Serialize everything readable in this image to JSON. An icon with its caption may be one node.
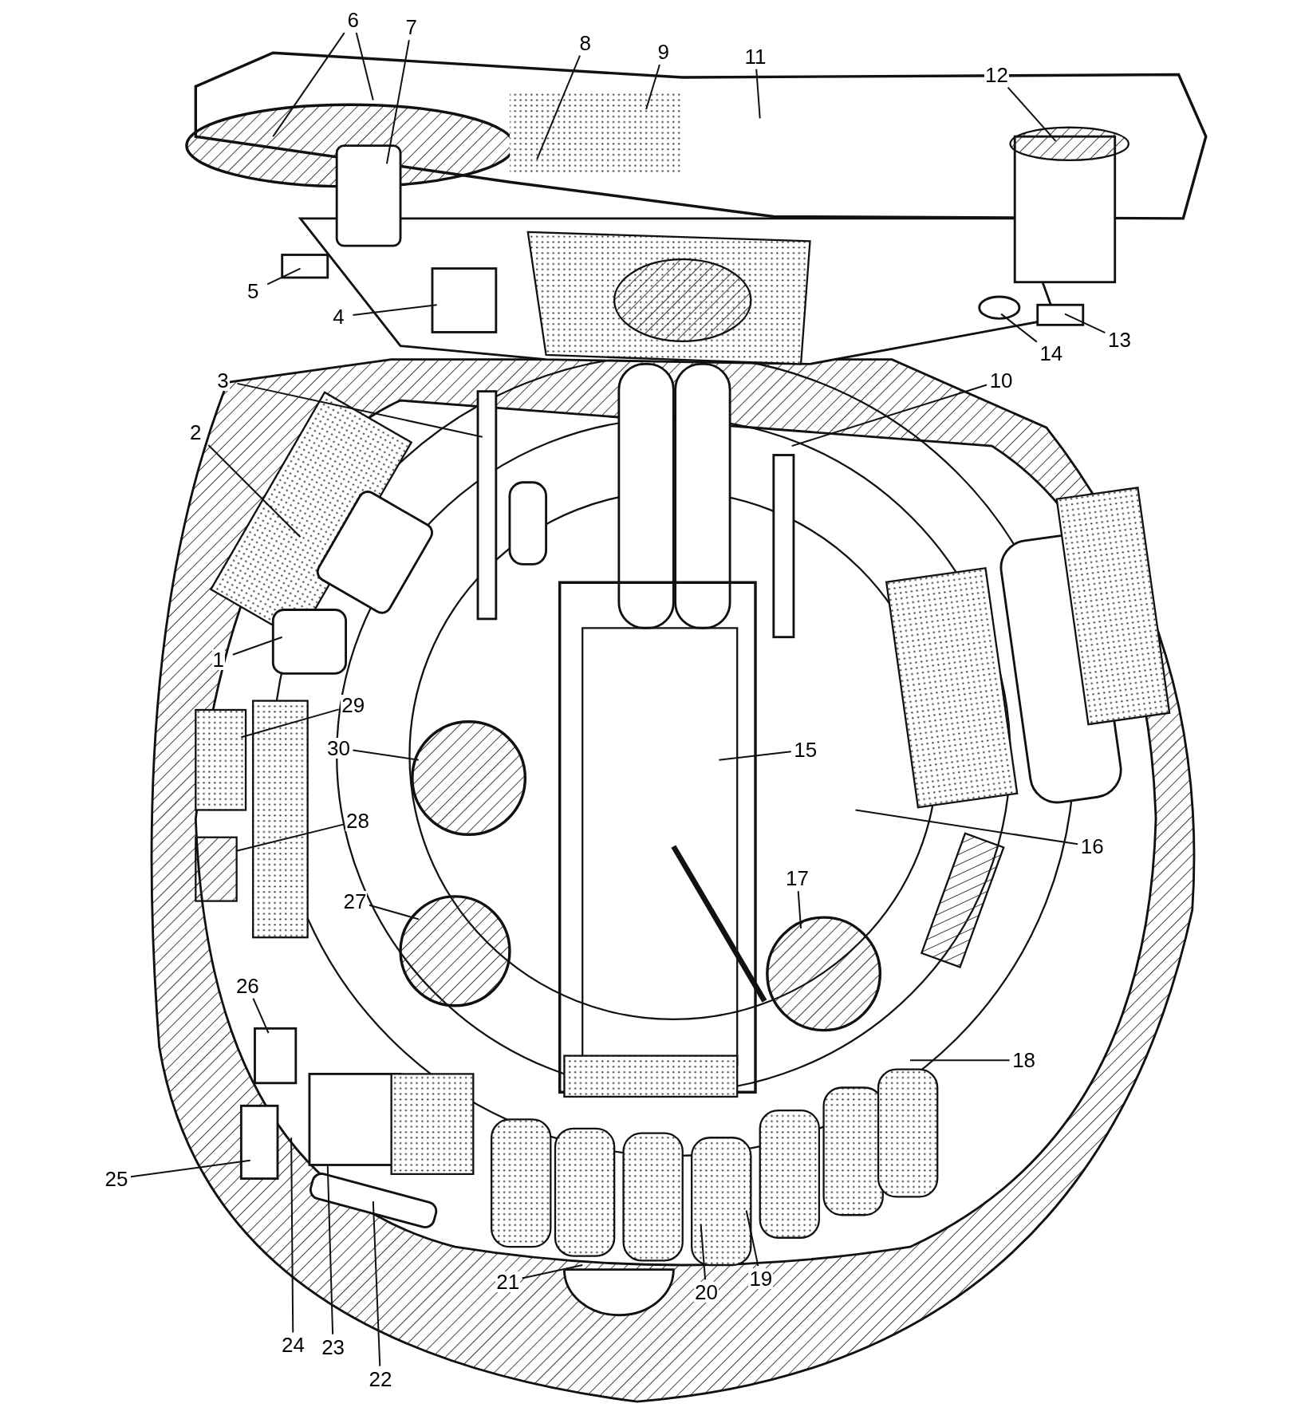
{
  "diagram": {
    "nodes": [
      {
        "text": [
          "1"
        ]
      },
      {
        "text": [
          "2"
        ]
      },
      {
        "text": [
          "3"
        ]
      },
      {
        "text": [
          "4"
        ]
      },
      {
        "text": [
          "5"
        ]
      },
      {
        "text": [
          "6"
        ]
      },
      {
        "text": [
          "7"
        ]
      },
      {
        "text": [
          "8"
        ]
      },
      {
        "text": [
          "9"
        ]
      },
      {
        "text": [
          "10"
        ]
      },
      {
        "text": [
          "11"
        ]
      },
      {
        "text": [
          "12"
        ]
      },
      {
        "text": [
          "13"
        ]
      },
      {
        "text": [
          "14"
        ]
      },
      {
        "text": [
          "15"
        ]
      },
      {
        "text": [
          "16"
        ]
      },
      {
        "text": [
          "17"
        ]
      },
      {
        "text": [
          "18"
        ]
      },
      {
        "text": [
          "19"
        ]
      },
      {
        "text": [
          "20"
        ]
      },
      {
        "text": [
          "21"
        ]
      },
      {
        "text": [
          "22"
        ]
      },
      {
        "text": [
          "23"
        ]
      },
      {
        "text": [
          "24"
        ]
      },
      {
        "text": [
          "25"
        ]
      },
      {
        "text": [
          "26"
        ]
      },
      {
        "text": [
          "27"
        ]
      },
      {
        "text": [
          "28"
        ]
      },
      {
        "text": [
          "29"
        ]
      },
      {
        "text": [
          "30"
        ]
      }
    ],
    "edges": [
      {
        "from": 0,
        "to": null,
        "arrow": "none"
      },
      {
        "from": 1,
        "to": null,
        "arrow": "none"
      },
      {
        "from": 2,
        "to": null,
        "arrow": "none"
      },
      {
        "from": 3,
        "to": null,
        "arrow": "none"
      },
      {
        "from": 4,
        "to": null,
        "arrow": "none"
      },
      {
        "from": 5,
        "to": null,
        "arrow": "none"
      },
      {
        "from": 5,
        "to": null,
        "arrow": "none"
      },
      {
        "from": 6,
        "to": null,
        "arrow": "none"
      },
      {
        "from": 7,
        "to": null,
        "arrow": "none"
      },
      {
        "from": 8,
        "to": null,
        "arrow": "none"
      },
      {
        "from": 9,
        "to": null,
        "arrow": "none"
      },
      {
        "from": 10,
        "to": null,
        "arrow": "none"
      },
      {
        "from": 11,
        "to": null,
        "arrow": "none"
      },
      {
        "from": 12,
        "to": null,
        "arrow": "none"
      },
      {
        "from": 13,
        "to": null,
        "arrow": "none"
      },
      {
        "from": 14,
        "to": null,
        "arrow": "none"
      },
      {
        "from": 15,
        "to": null,
        "arrow": "none"
      },
      {
        "from": 16,
        "to": null,
        "arrow": "none"
      },
      {
        "from": 17,
        "to": null,
        "arrow": "none"
      },
      {
        "from": 18,
        "to": null,
        "arrow": "none"
      },
      {
        "from": 19,
        "to": null,
        "arrow": "none"
      },
      {
        "from": 20,
        "to": null,
        "arrow": "none"
      },
      {
        "from": 21,
        "to": null,
        "arrow": "none"
      },
      {
        "from": 22,
        "to": null,
        "arrow": "none"
      },
      {
        "from": 23,
        "to": null,
        "arrow": "none"
      },
      {
        "from": 24,
        "to": null,
        "arrow": "none"
      },
      {
        "from": 25,
        "to": null,
        "arrow": "none"
      },
      {
        "from": 26,
        "to": null,
        "arrow": "none"
      },
      {
        "from": 27,
        "to": null,
        "arrow": "none"
      },
      {
        "from": 28,
        "to": null,
        "arrow": "none"
      },
      {
        "from": 29,
        "to": null,
        "arrow": "none"
      }
    ]
  }
}
